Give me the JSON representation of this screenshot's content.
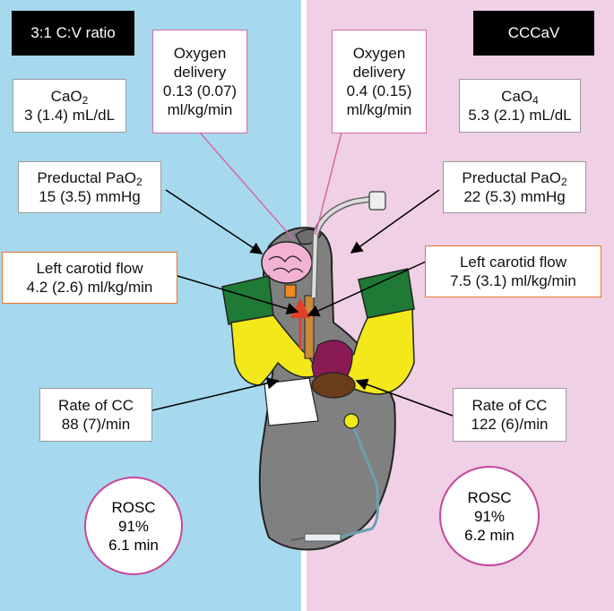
{
  "colors": {
    "left_bg": "#a6d9ee",
    "right_bg": "#efd0e4",
    "tag_bg": "#000000",
    "orange_border": "#e8762b",
    "pink_border": "#d66aa8",
    "circle_border": "#c8459b"
  },
  "left": {
    "tag": "3:1 C:V ratio",
    "oxygen_delivery": [
      "Oxygen",
      "delivery",
      "0.13 (0.07)",
      "ml/kg/min"
    ],
    "cao2": {
      "prefix": "CaO",
      "sub": "2",
      "value": "3 (1.4) mL/dL"
    },
    "preductal": {
      "prefix": "Preductal PaO",
      "sub": "2",
      "value": "15 (3.5) mmHg"
    },
    "carotid": [
      "Left carotid flow",
      "4.2 (2.6) ml/kg/min"
    ],
    "rate_cc": [
      "Rate of CC",
      "88 (7)/min"
    ],
    "rosc": [
      "ROSC",
      "91%",
      "6.1 min"
    ]
  },
  "right": {
    "tag": "CCCaV",
    "oxygen_delivery": [
      "Oxygen",
      "delivery",
      "0.4 (0.15)",
      "ml/kg/min"
    ],
    "cao": {
      "prefix": "CaO",
      "sub": "4",
      "value": "5.3 (2.1) mL/dL"
    },
    "preductal": {
      "prefix": "Preductal PaO",
      "sub": "2",
      "value": "22 (5.3) mmHg"
    },
    "carotid": [
      "Left carotid flow",
      "7.5 (3.1) ml/kg/min"
    ],
    "rate_cc": [
      "Rate of CC",
      "122 (6)/min"
    ],
    "rosc": [
      "ROSC",
      "91%",
      "6.2 min"
    ]
  }
}
